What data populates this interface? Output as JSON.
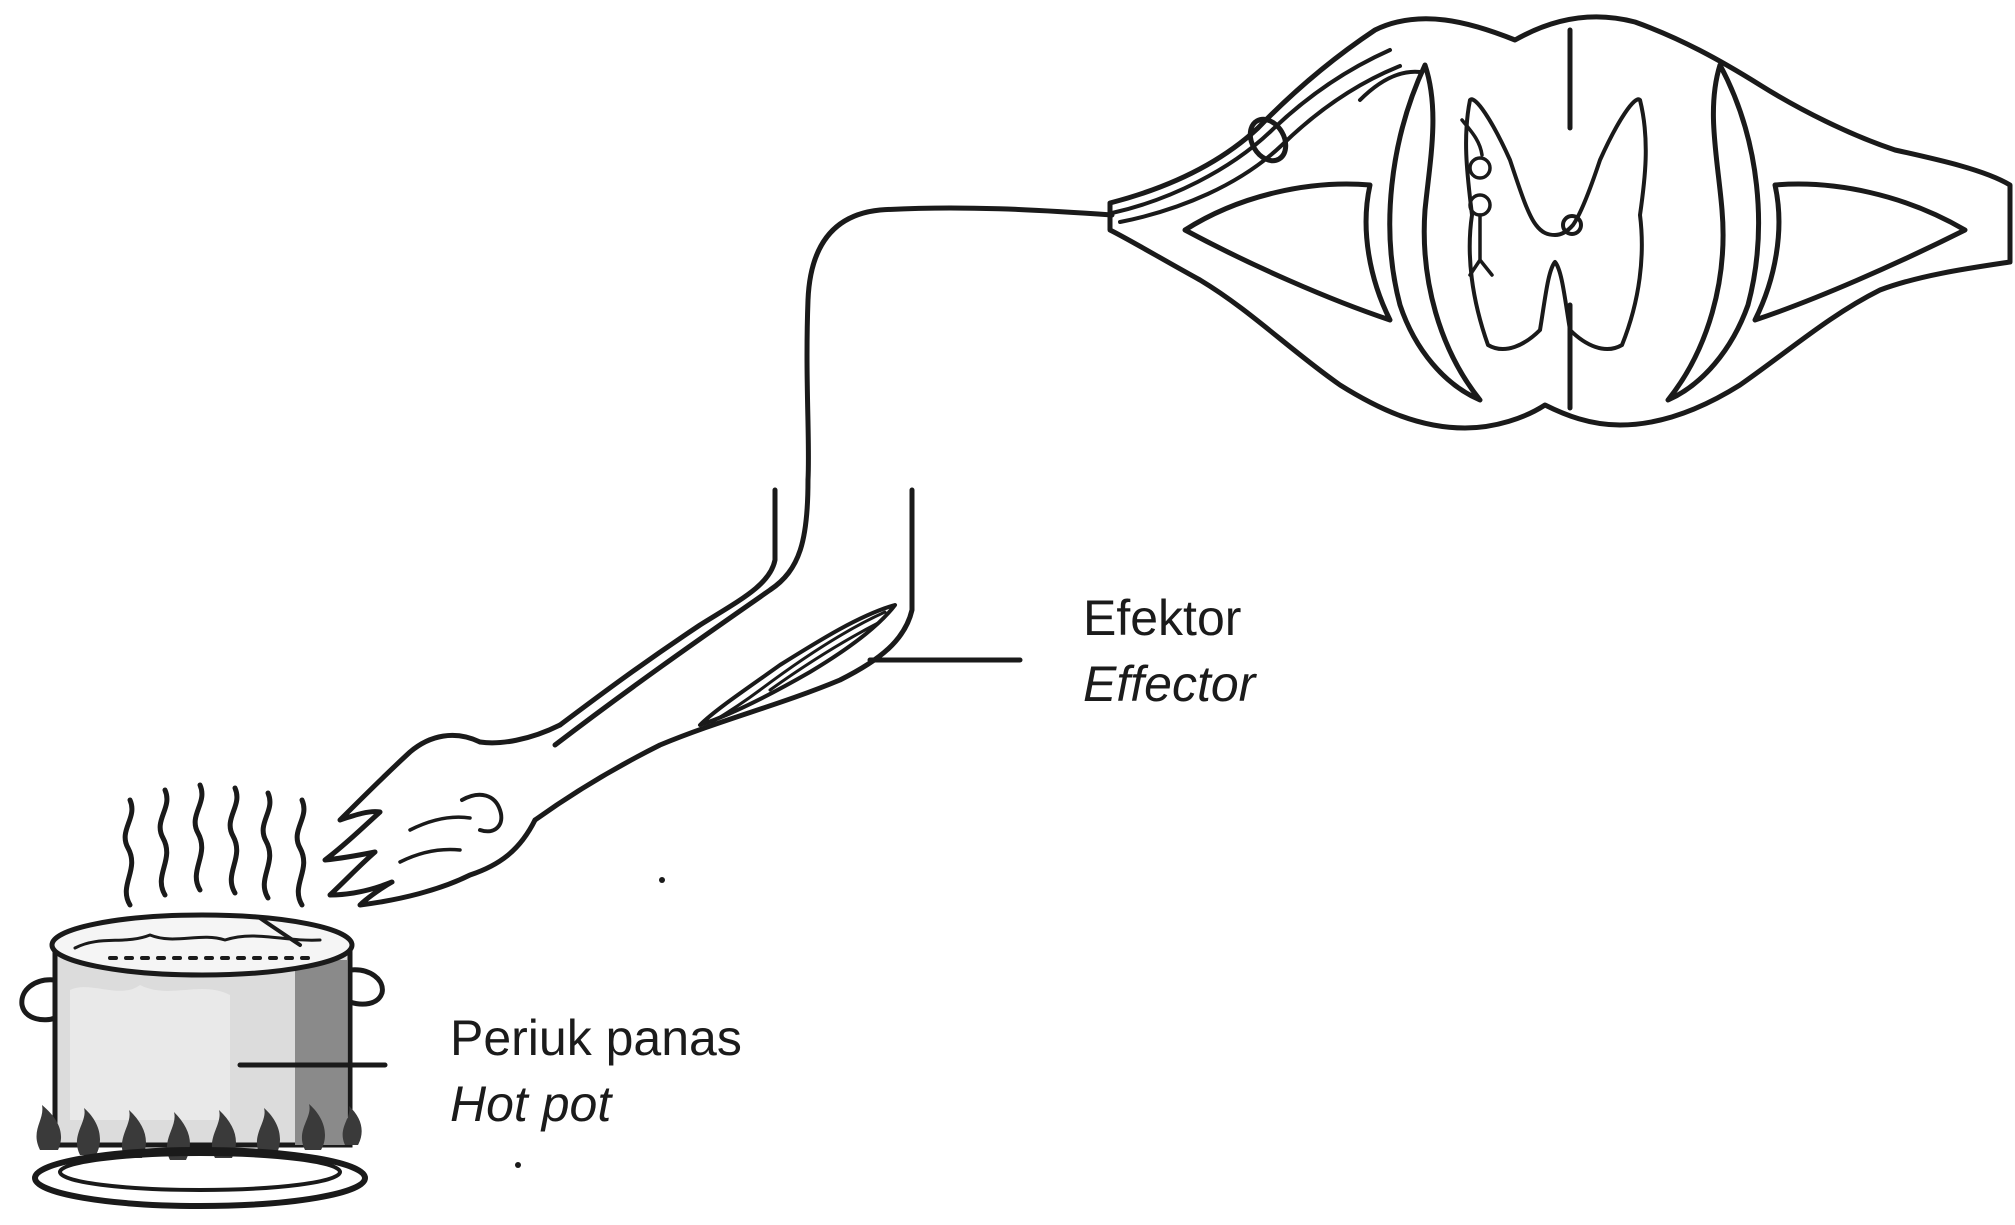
{
  "labels": {
    "effector": {
      "malay": "Efektor",
      "english": "Effector"
    },
    "hot_pot": {
      "malay": "Periuk panas",
      "english": "Hot pot"
    }
  },
  "colors": {
    "ink": "#1a1a1a",
    "background": "#ffffff",
    "pot_shading": "#d9d9d9",
    "pot_dark_band": "#8a8a8a",
    "flame": "#3a3a3a"
  }
}
